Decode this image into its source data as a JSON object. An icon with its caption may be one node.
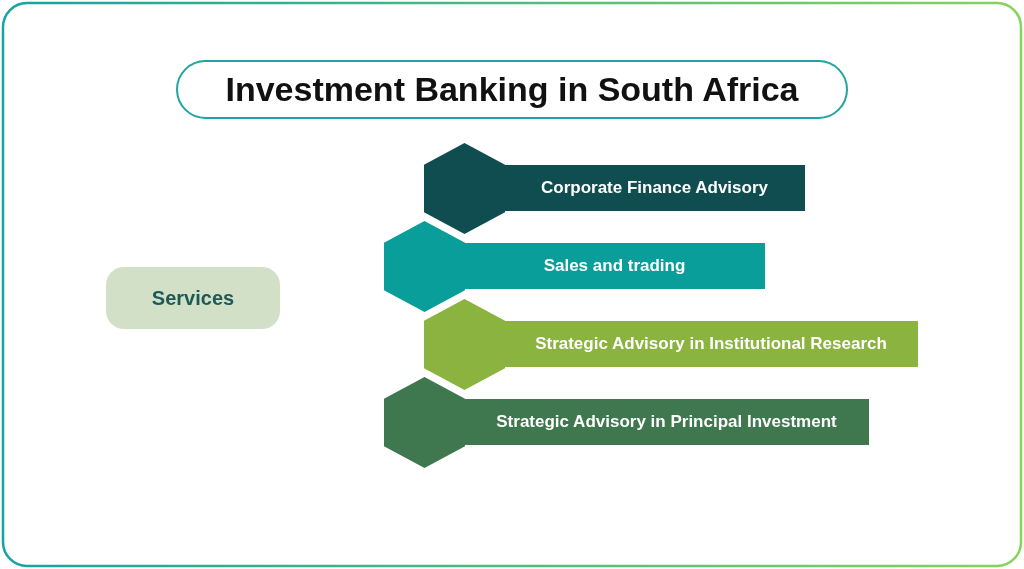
{
  "diagram": {
    "title": "Investment Banking in South Africa",
    "nodes": [
      {
        "text": [
          "Services"
        ]
      },
      {
        "text": [],
        "shape": "hexagon"
      },
      {
        "text": [
          "Corporate Finance Advisory"
        ]
      },
      {
        "text": [],
        "shape": "hexagon"
      },
      {
        "text": [
          "Sales and trading"
        ]
      },
      {
        "text": [],
        "shape": "hexagon"
      },
      {
        "text": [
          "Strategic Advisory in Institutional Research"
        ]
      },
      {
        "text": [],
        "shape": "hexagon"
      },
      {
        "text": [
          "Strategic Advisory in Principal Investment"
        ]
      }
    ]
  }
}
